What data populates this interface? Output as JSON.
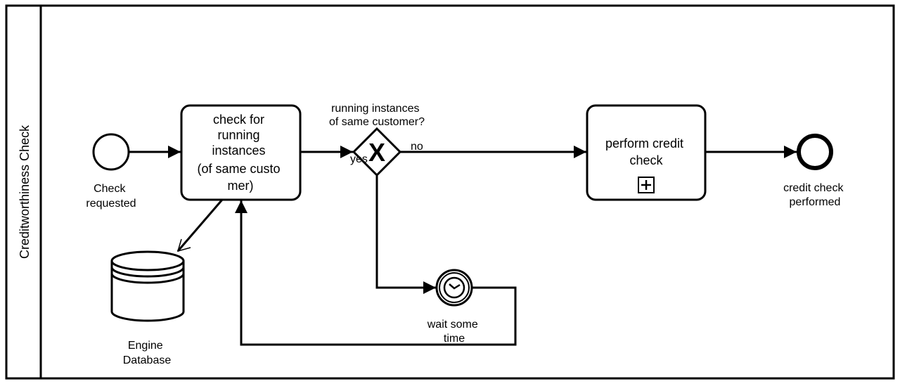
{
  "pool": {
    "label": "Creditworthiness Check"
  },
  "start_event": {
    "label_lines": [
      "Check",
      "requested"
    ]
  },
  "task_check": {
    "label_lines": [
      "check for",
      "running",
      "instances",
      "(of same custo",
      "mer)"
    ]
  },
  "gateway": {
    "label_lines": [
      "running instances",
      "of same customer?"
    ],
    "marker": "X",
    "yes_label": "yes",
    "no_label": "no"
  },
  "task_credit": {
    "label_lines": [
      "perform credit",
      "check"
    ],
    "marker_icon": "subprocess-plus-icon"
  },
  "end_event": {
    "label_lines": [
      "credit check",
      "performed"
    ]
  },
  "timer_event": {
    "label_lines": [
      "wait some",
      "time"
    ],
    "icon": "clock-icon"
  },
  "data_store": {
    "label_lines": [
      "Engine",
      "Database"
    ]
  }
}
